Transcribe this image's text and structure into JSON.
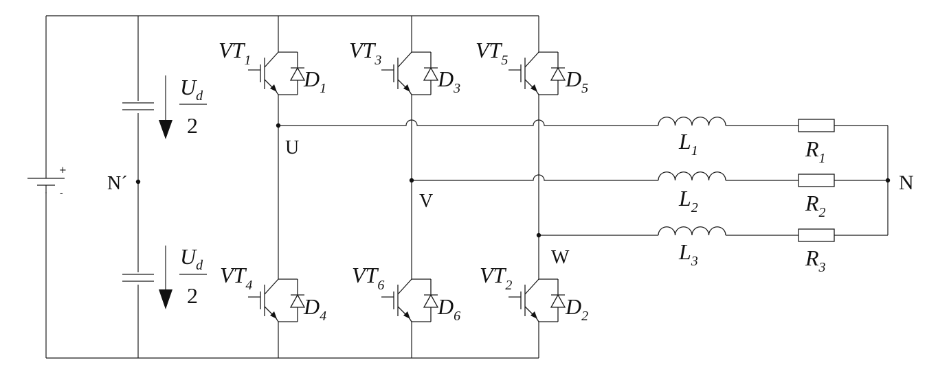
{
  "switches": [
    {
      "vt_main": "VT",
      "vt_sub": "1",
      "d_main": "D",
      "d_sub": "1"
    },
    {
      "vt_main": "VT",
      "vt_sub": "3",
      "d_main": "D",
      "d_sub": "3"
    },
    {
      "vt_main": "VT",
      "vt_sub": "5",
      "d_main": "D",
      "d_sub": "5"
    },
    {
      "vt_main": "VT",
      "vt_sub": "4",
      "d_main": "D",
      "d_sub": "4"
    },
    {
      "vt_main": "VT",
      "vt_sub": "6",
      "d_main": "D",
      "d_sub": "6"
    },
    {
      "vt_main": "VT",
      "vt_sub": "2",
      "d_main": "D",
      "d_sub": "2"
    }
  ],
  "dc_link": {
    "upper": {
      "num_main": "U",
      "num_sub": "d",
      "den": "2"
    },
    "lower": {
      "num_main": "U",
      "num_sub": "d",
      "den": "2"
    },
    "midpoint": "N´",
    "plus": "+",
    "minus": "-"
  },
  "nodes": {
    "u": "U",
    "v": "V",
    "w": "W",
    "neutral": "N"
  },
  "inductors": [
    {
      "main": "L",
      "sub": "1"
    },
    {
      "main": "L",
      "sub": "2"
    },
    {
      "main": "L",
      "sub": "3"
    }
  ],
  "resistors": [
    {
      "main": "R",
      "sub": "1"
    },
    {
      "main": "R",
      "sub": "2"
    },
    {
      "main": "R",
      "sub": "3"
    }
  ]
}
